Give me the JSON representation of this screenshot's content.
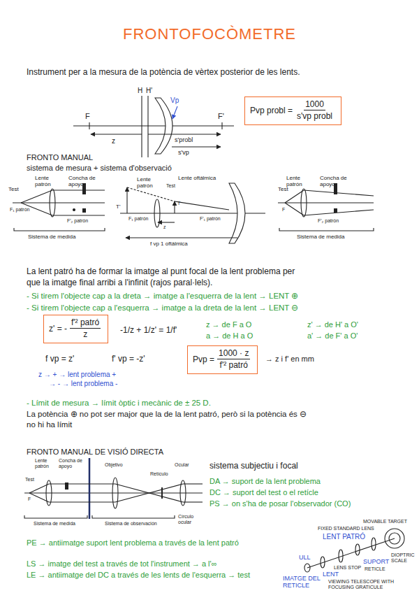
{
  "diagram": {
    "title": "FRONTOFOCÒMETRE",
    "nodes": [
      {
        "text": [
          "Pvp probl =",
          "1000",
          "s'vp probl"
        ]
      },
      {
        "text": [
          "z' = -",
          "f'² patró",
          "z"
        ]
      },
      {
        "text": [
          "Pvp =",
          "1000 · z",
          "f'² patró"
        ]
      }
    ],
    "labels": [
      "Instrument per a la mesura de la potència de vèrtex posterior de les lents.",
      "H",
      "H'",
      "Vp",
      "F",
      "F'",
      "z",
      "s'probl",
      "s'vp",
      "FRONTO MANUAL",
      "sistema de mesura + sistema d'observació",
      "Lente patrón",
      "Concha de apoyo",
      "Test",
      "F₁ patrón",
      "F'₂ patrón",
      "Sistema de medida",
      "Lente oftálmica",
      "Lente patrón",
      "Test",
      "T",
      "T'",
      "F₁ patrón",
      "z",
      "F'₁ patrón",
      "f vp 1 oftálmica",
      "Lente patrón",
      "Concha de apoyo",
      "Test",
      "F",
      "F'₂ patrón",
      "Sistema de medida",
      "La lent patró ha de formar la imatge al punt focal de la lent problema per",
      "que la imatge final arribi a l'infinit (rajos paral·lels).",
      "- Si tirem l'objecte cap a la dreta → imatge a l'esquerra de la lent → LENT ⊕",
      "- Si tirem l'objecte cap a l'esquerra → imatge a la dreta de la lent → LENT ⊖",
      "-1/z + 1/z' = 1/f'",
      "z → de F a O",
      "a → de H a O",
      "z' → de H' a O'",
      "a' → de F' a O'",
      "f vp = z'",
      "f' vp = -z'",
      "→ z i f' en mm",
      "z → + → lent problema +",
      "→ - → lent problema -",
      "- Límit de mesura → límit òptic i mecànic de ± 25 D.",
      "La potència ⊕ no pot ser major que la de la lent patró, però si la potència és ⊖",
      "no hi ha límit",
      "FRONTO MANUAL DE VISIÓ DIRECTA",
      "Lente patrón",
      "Concha de apoyo",
      "Objetivo",
      "Retículo",
      "Ocular",
      "Test",
      "F",
      "Sistema de medida",
      "Sistema de observación",
      "Círculo ocular",
      "sistema subjectiu i focal",
      "DA → suport de la lent problema",
      "DC → suport del test o el retícle",
      "PS → on s'ha de posar l'observador (CO)",
      "PE → antiimatge suport lent problema a través de la lent patró",
      "LS → imatge del test a través de tot l'instrument → a l'∞",
      "LE → antiimatge del DC a través de les lents de l'esquerra → test",
      "MOVABLE TARGET",
      "FIXED STANDARD LENS",
      "LENT PATRÓ",
      "DIOPTRIC SCALE",
      "SUPORT",
      "LENS STOP",
      "RETICLE",
      "ULL",
      "LENT",
      "IMATGE DEL RETICLE",
      "VIEWING TELESCOPE WITH FOCUSING GRATICULE"
    ]
  }
}
